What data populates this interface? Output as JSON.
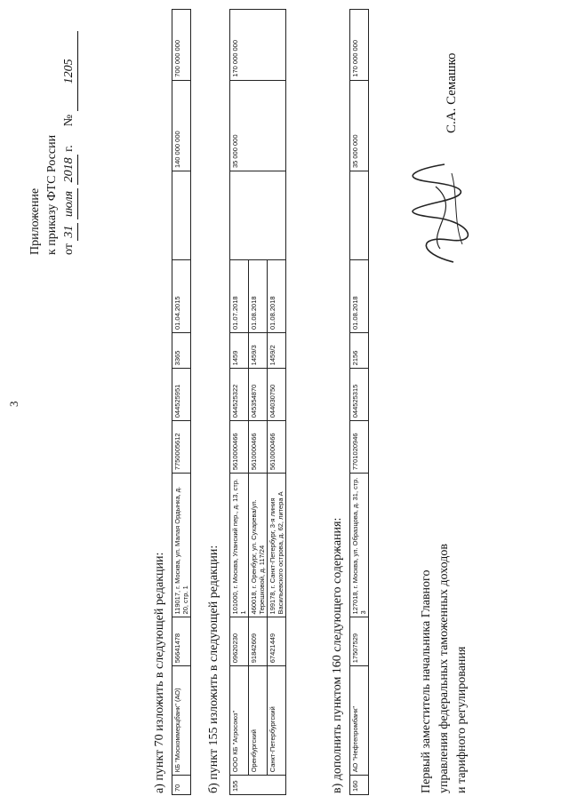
{
  "page_number": "3",
  "appendix": {
    "title": "Приложение",
    "line2": "к приказу ФТС России",
    "date_prefix": "от",
    "date_day": "31",
    "date_month": "июля",
    "date_year": "2018",
    "date_suffix": "г.",
    "number_label": "№",
    "number": "1205"
  },
  "sections": [
    {
      "heading": "а) пункт 70 изложить в следующей редакции:",
      "rows": [
        {
          "cells": [
            "70",
            "КБ \"Москоммерцбанк\" (АО)",
            "56641478",
            "119017, г. Москва, ул. Малая Ордынка, д. 20, стр. 1",
            "7750005612",
            "044525951",
            "3365",
            "01.04.2015",
            "",
            "140 000 000",
            "700 000 000"
          ]
        }
      ]
    },
    {
      "heading": "б) пункт 155 изложить в следующей редакции:",
      "row_no": "155",
      "bank": "ООО КБ \"Агросоюз\"",
      "final_total": "170 000 000",
      "subrows": [
        {
          "cells": [
            "",
            "09620230",
            "101000, г. Москва, Уланский пер., д. 13, стр. 1",
            "5610000466",
            "044525322",
            "1459",
            "01.07.2018",
            "",
            "35 000 000"
          ]
        },
        {
          "cells": [
            "Оренбургский",
            "91842609",
            "460018, г. Оренбург, ул. Сухарева/ул. Терешковой, д. 117/24",
            "5610000466",
            "045354870",
            "1459/3",
            "01.08.2018",
            "",
            ""
          ]
        },
        {
          "cells": [
            "Санкт-Петербургский",
            "67421449",
            "199178, г. Санкт-Петербург, 3-я линия Васильевского острова, д. 62, литера А",
            "5610000466",
            "044030750",
            "1459/2",
            "01.08.2018",
            "",
            ""
          ]
        }
      ]
    },
    {
      "heading": "в) дополнить пунктом 160 следующего содержания:",
      "rows": [
        {
          "cells": [
            "160",
            "АО \"Нефтепромбанк\"",
            "17507529",
            "127018, г. Москва, ул. Образцова, д. 31, стр. 3",
            "7701020946",
            "044525315",
            "2156",
            "01.08.2018",
            "",
            "35 000 000",
            "170 000 000"
          ]
        }
      ]
    }
  ],
  "signer": {
    "line1": "Первый заместитель начальника Главного",
    "line2": "управления федеральных таможенных доходов",
    "line3": "и тарифного регулирования",
    "name": "С.А. Семашко"
  }
}
